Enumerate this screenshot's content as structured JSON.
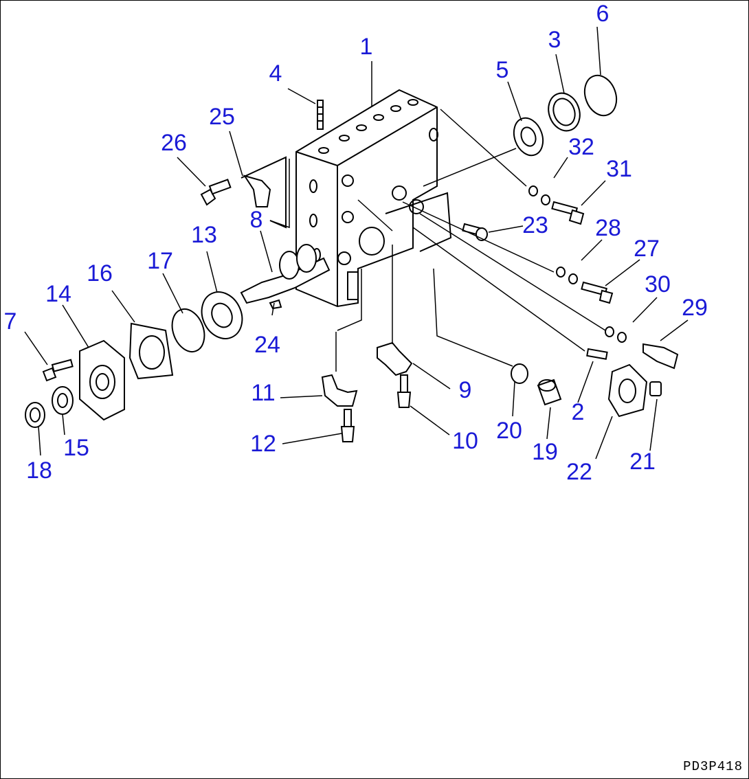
{
  "figure": {
    "reference_code": "PD3P418",
    "callout_color": "#1a1ad6"
  },
  "callouts": {
    "c1": "1",
    "c2": "2",
    "c3": "3",
    "c4": "4",
    "c5": "5",
    "c6": "6",
    "c7": "7",
    "c8": "8",
    "c9": "9",
    "c10": "10",
    "c11": "11",
    "c12": "12",
    "c13": "13",
    "c14": "14",
    "c15": "15",
    "c16": "16",
    "c17": "17",
    "c18": "18",
    "c19": "19",
    "c20": "20",
    "c21": "21",
    "c22": "22",
    "c23": "23",
    "c24": "24",
    "c25": "25",
    "c26": "26",
    "c27": "27",
    "c28": "28",
    "c29": "29",
    "c30": "30",
    "c31": "31",
    "c32": "32"
  }
}
